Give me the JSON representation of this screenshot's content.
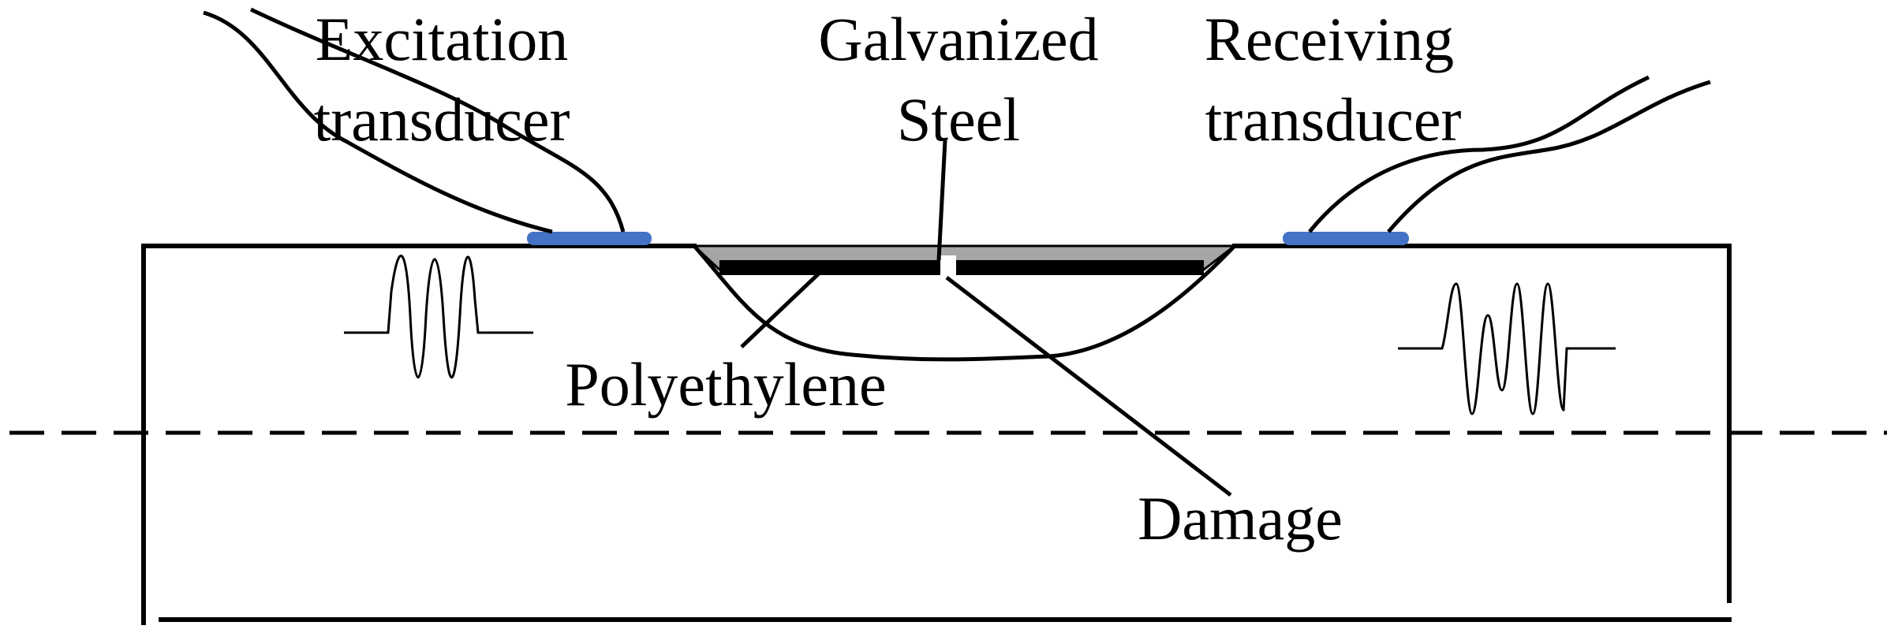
{
  "labels": {
    "excitation_line1": "Excitation",
    "excitation_line2": "transducer",
    "steel_line1": "Galvanized",
    "steel_line2": "Steel",
    "receiving_line1": "Receiving",
    "receiving_line2": "transducer",
    "polyethylene": "Polyethylene",
    "damage": "Damage"
  },
  "colors": {
    "stroke": "#000000",
    "transducer": "#4472C4",
    "steel": "#A6A6A6",
    "background": "#FFFFFF"
  }
}
